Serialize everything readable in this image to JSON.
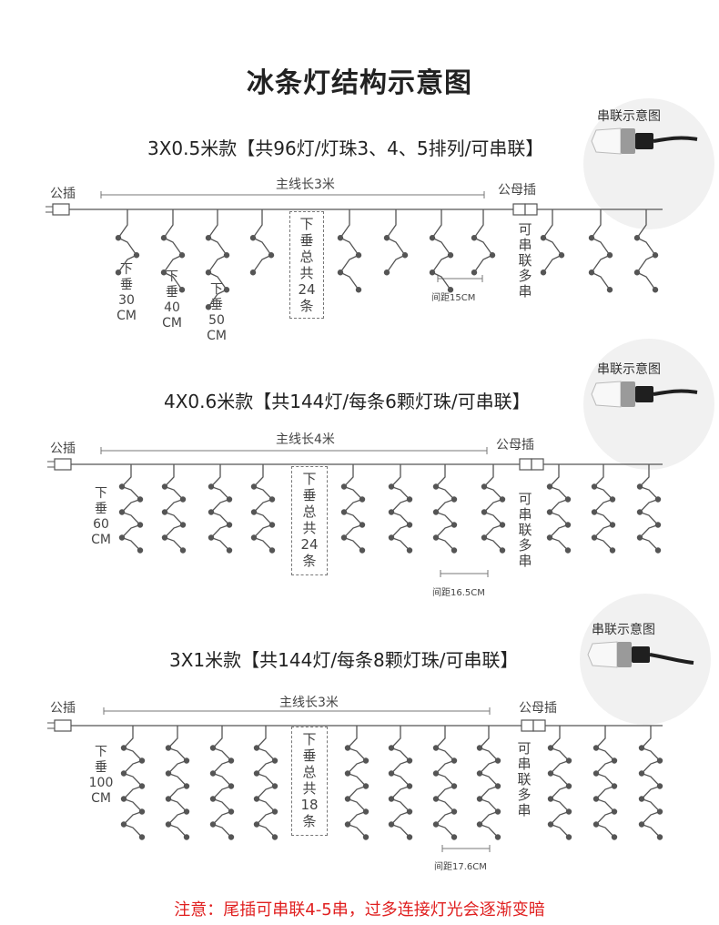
{
  "title": "冰条灯结构示意图",
  "circle_label": "串联示意图",
  "common": {
    "male_plug": "公插",
    "male_female_plug": "公母插",
    "series_text": [
      "可",
      "串",
      "联",
      "多",
      "串"
    ]
  },
  "sections": [
    {
      "spec": "3X0.5米款【共96灯/灯珠3、4、5排列/可串联】",
      "main_line": "主线长3米",
      "total_box": [
        "下",
        "垂",
        "总",
        "共",
        "24",
        "条"
      ],
      "spacing": "间距15CM",
      "drops": [
        {
          "chars": [
            "下",
            "垂",
            "30",
            "CM"
          ]
        },
        {
          "chars": [
            "下",
            "垂",
            "40",
            "CM"
          ]
        },
        {
          "chars": [
            "下",
            "垂",
            "50",
            "CM"
          ]
        }
      ]
    },
    {
      "spec": "4X0.6米款【共144灯/每条6颗灯珠/可串联】",
      "main_line": "主线长4米",
      "total_box": [
        "下",
        "垂",
        "总",
        "共",
        "24",
        "条"
      ],
      "spacing": "间距16.5CM",
      "drops": [
        {
          "chars": [
            "下",
            "垂",
            "60",
            "CM"
          ]
        }
      ]
    },
    {
      "spec": "3X1米款【共144灯/每条8颗灯珠/可串联】",
      "main_line": "主线长3米",
      "total_box": [
        "下",
        "垂",
        "总",
        "共",
        "18",
        "条"
      ],
      "spacing": "间距17.6CM",
      "drops": [
        {
          "chars": [
            "下",
            "垂",
            "100",
            "CM"
          ]
        }
      ]
    }
  ],
  "footer_note": "注意：尾插可串联4-5串，过多连接灯光会逐渐变暗",
  "colors": {
    "line": "#555555",
    "note": "#e02020",
    "circle_bg": "#f1f1f1"
  }
}
